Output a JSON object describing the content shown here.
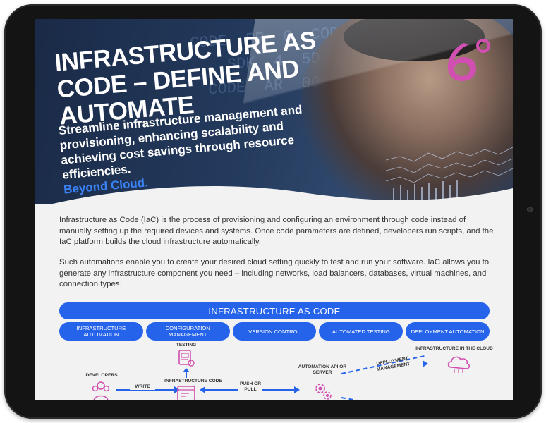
{
  "hero": {
    "title": "INFRASTRUCTURE AS CODE – DEFINE AND AUTOMATE",
    "subtitle": "Streamline infrastructure management and provisioning, enhancing scalability and achieving cost savings through resource efficiencies.",
    "tagline": "Beyond Cloud.",
    "logo_text": "6°"
  },
  "body": {
    "paragraph1": "Infrastructure as Code (IaC) is the process of provisioning and configuring an environment through code instead of manually setting up the required devices and systems. Once code parameters are defined, developers run scripts, and the IaC platform builds the cloud infrastructure automatically.",
    "paragraph2": "Such automations enable you to create your desired cloud setting quickly to test and run your software. IaC allows you to generate any infrastructure component you need – including networks, load balancers, databases, virtual machines, and connection types."
  },
  "diagram": {
    "header": "INFRASTRUCTURE AS CODE",
    "pills": [
      {
        "label": "INFRASTRUCTURE AUTOMATION"
      },
      {
        "label": "CONFIGURATION MANAGEMENT"
      },
      {
        "label": "VERSION CONTROL"
      },
      {
        "label": "AUTOMATED TESTING"
      },
      {
        "label": "DEPLOYMENT AUTOMATION"
      }
    ],
    "nodes": {
      "testing": "TESTING",
      "developers": "DEVELOPERS",
      "write": "WRITE",
      "iac_code": "INFRASTRUCTURE CODE",
      "push_pull": "PUSH OR PULL",
      "automation_api": "AUTOMATION API OR SERVER",
      "deployment_mgmt": "DEPLOYMENT MANAGEMENT",
      "cloud_infra": "INFRASTRUCTURE IN THE CLOUD"
    }
  },
  "colors": {
    "accent": "#2563eb",
    "logo": "#d14fb0",
    "hero_bg": "#1a2a47"
  }
}
